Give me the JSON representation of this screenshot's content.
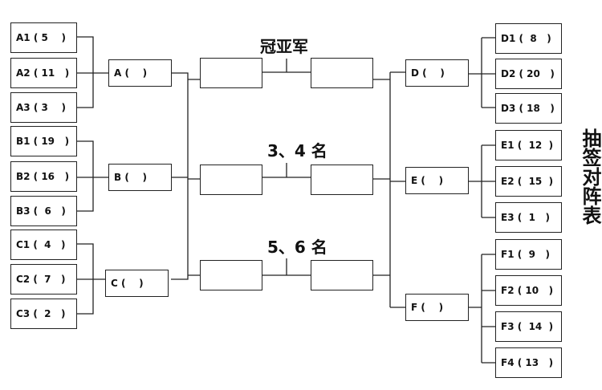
{
  "headings": {
    "final": "冠亚军",
    "third_fourth": "3、4 名",
    "fifth_sixth": "5、6 名"
  },
  "side_title": "抽签对阵表",
  "groups": {
    "A": {
      "label": "A (    )",
      "teams": [
        "A1 ( 5    )",
        "A2 ( 11   )",
        "A3 ( 3    )"
      ]
    },
    "B": {
      "label": "B (    )",
      "teams": [
        "B1 ( 19   )",
        "B2 ( 16   )",
        "B3 (  6   )"
      ]
    },
    "C": {
      "label": "C (    )",
      "teams": [
        "C1 (  4   )",
        "C2 (  7   )",
        "C3 (  2   )"
      ]
    },
    "D": {
      "label": "D (    )",
      "teams": [
        "D1 (  8   )",
        "D2 ( 20   )",
        "D3 ( 18   )"
      ]
    },
    "E": {
      "label": "E (    )",
      "teams": [
        "E1 (  12  )",
        "E2 (  15  )",
        "E3 (  1   )"
      ]
    },
    "F": {
      "label": "F (    )",
      "teams": [
        "F1 (  9   )",
        "F2 ( 10   )",
        "F3 (  14  )",
        "F4 ( 13   )"
      ]
    }
  },
  "finals": {
    "champion_left": "",
    "champion_right": "",
    "third_left": "",
    "third_right": "",
    "fifth_left": "",
    "fifth_right": ""
  },
  "colors": {
    "line": "#222222",
    "text": "#111111",
    "background": "#ffffff"
  }
}
